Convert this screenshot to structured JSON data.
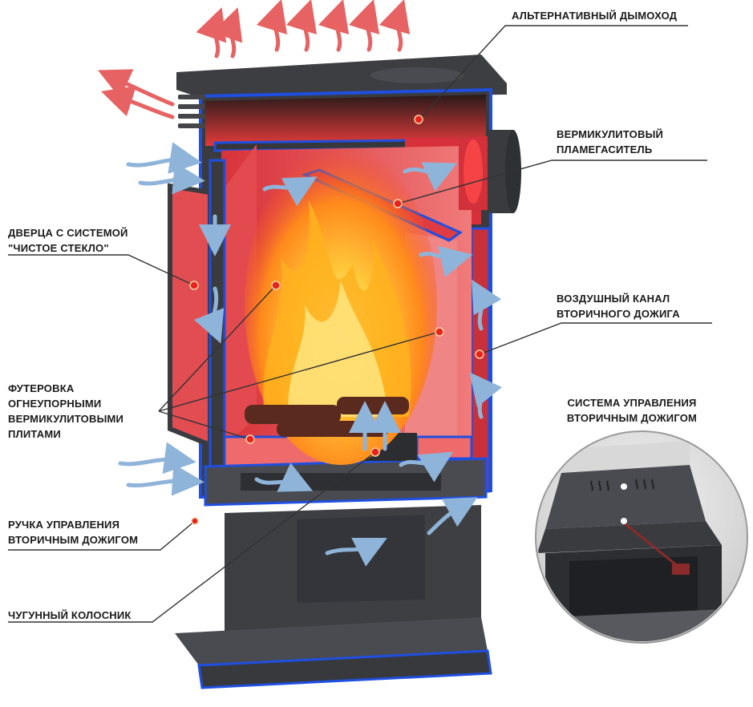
{
  "callouts": {
    "alt_chimney": "АЛЬТЕРНАТИВНЫЙ ДЫМОХОД",
    "vermiculite_damper": [
      "ВЕРМИКУЛИТОВЫЙ",
      "ПЛАМЕГАСИТЕЛЬ"
    ],
    "door_clean_glass": [
      "ДВЕРЦА С СИСТЕМОЙ",
      "\"ЧИСТОЕ СТЕКЛО\""
    ],
    "air_channel": [
      "ВОЗДУШНЫЙ КАНАЛ",
      "ВТОРИЧНОГО ДОЖИГА"
    ],
    "lining": [
      "ФУТЕРОВКА",
      "ОГНЕУПОРНЫМИ",
      "ВЕРМИКУЛИТОВЫМИ",
      "ПЛИТАМИ"
    ],
    "control_system": [
      "СИСТЕМА УПРАВЛЕНИЯ",
      "ВТОРИЧНЫМ ДОЖИГОМ"
    ],
    "control_handle": [
      "РУЧКА УПРАВЛЕНИЯ",
      "ВТОРИЧНЫМ ДОЖИГОМ"
    ],
    "cast_iron_grate": "ЧУГУННЫЙ КОЛОСНИК"
  },
  "colors": {
    "steel": "#3c3d40",
    "steel_light": "#55575b",
    "cut_edge": "#1f4fe0",
    "firebox": "#e8474a",
    "lining": "#f06a6a",
    "marker": "#e8231d",
    "hot_air": "#e23c3c",
    "cold_air": "#8fb4d9",
    "leader": "#333333"
  }
}
